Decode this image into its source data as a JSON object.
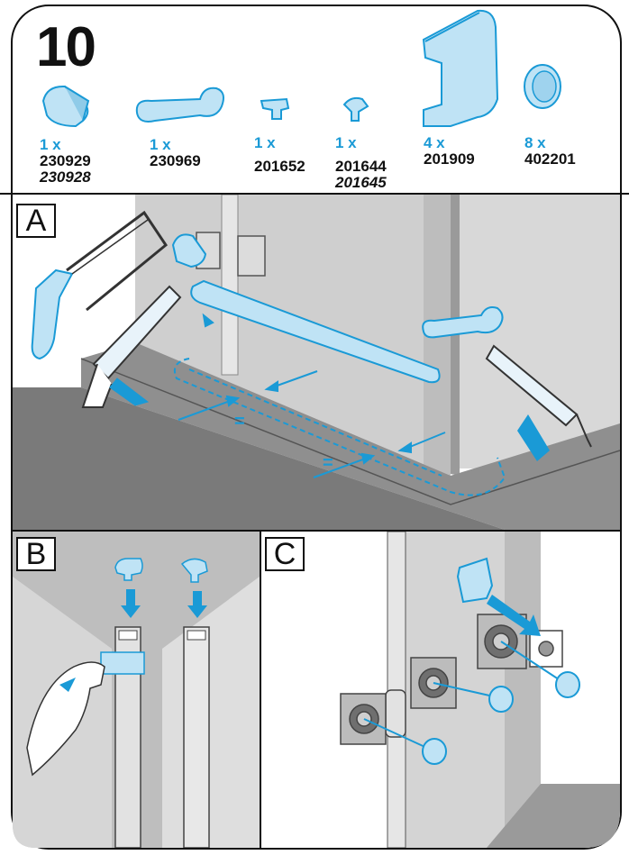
{
  "step": {
    "number": "10"
  },
  "parts": [
    {
      "qty": "1 x",
      "code": "230929",
      "alt": "230928",
      "icon": "wall-profile-icon"
    },
    {
      "qty": "1 x",
      "code": "230969",
      "alt": "",
      "icon": "seal-profile-icon"
    },
    {
      "qty": "1 x",
      "code": "201652",
      "alt": "",
      "icon": "end-cap-icon"
    },
    {
      "qty": "1 x",
      "code": "201644",
      "alt": "201645",
      "icon": "end-cap-icon"
    },
    {
      "qty": "4 x",
      "code": "201909",
      "alt": "",
      "icon": "cover-clip-icon"
    },
    {
      "qty": "8 x",
      "code": "402201",
      "alt": "",
      "icon": "round-cap-icon"
    }
  ],
  "panels": [
    {
      "label": "A"
    },
    {
      "label": "B"
    },
    {
      "label": "C"
    }
  ],
  "annotations": {
    "equal_mark": "="
  },
  "colors": {
    "accent": "#1a9ad6",
    "part_fill": "#bfe3f5",
    "glass": "#c9c9c9",
    "outline": "#111111"
  }
}
